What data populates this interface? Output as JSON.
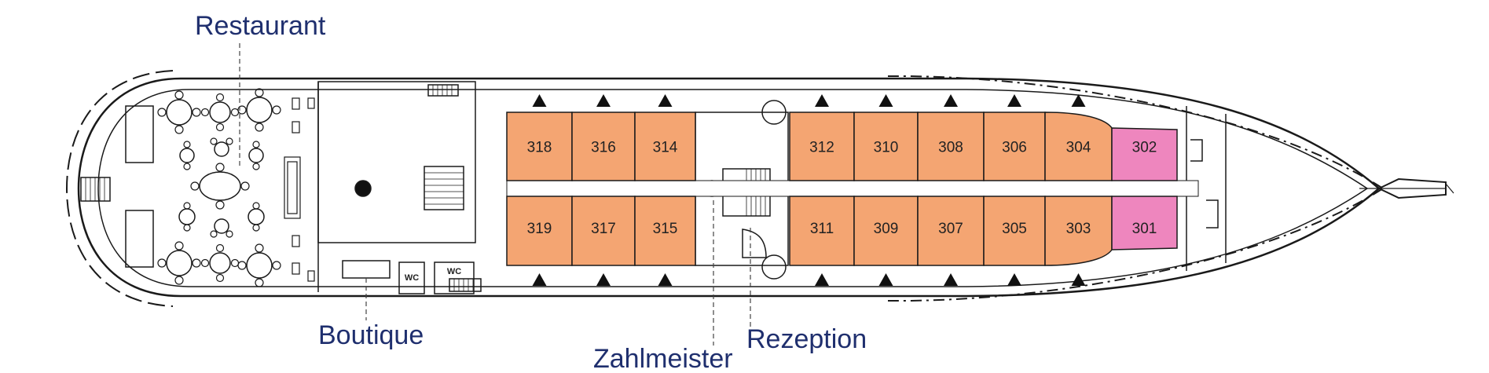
{
  "colors": {
    "standard_cabin": "#F4A572",
    "suite_cabin": "#EE86BE",
    "label_text": "#1F2F6E",
    "outline": "#1A1A1A"
  },
  "labels": {
    "restaurant": "Restaurant",
    "boutique": "Boutique",
    "zahlmeister": "Zahlmeister",
    "rezeption": "Rezeption",
    "wc_1": "WC",
    "wc_2": "WC"
  },
  "cabins_top": [
    "318",
    "316",
    "314",
    "312",
    "310",
    "308",
    "306",
    "304",
    "302"
  ],
  "cabins_bottom": [
    "319",
    "317",
    "315",
    "311",
    "309",
    "307",
    "305",
    "303",
    "301"
  ],
  "suites": [
    "302",
    "301"
  ]
}
